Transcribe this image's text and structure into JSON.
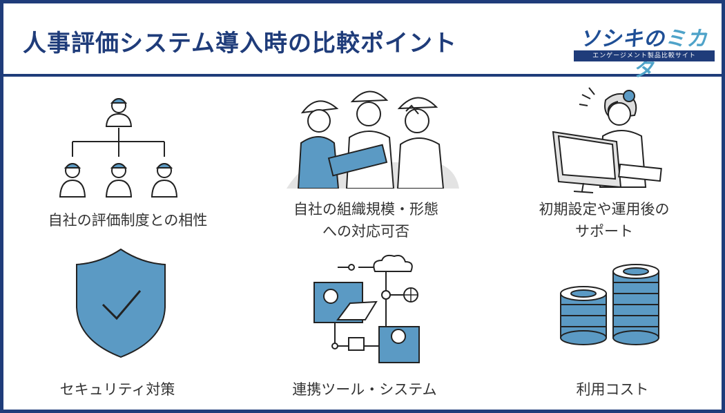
{
  "header": {
    "title": "人事評価システム導入時の比較ポイント",
    "logo": {
      "main_a": "ソシキの",
      "main_b": "ミカタ",
      "sub": "エンゲージメント製品比較サイト"
    }
  },
  "items": [
    {
      "label": "自社の評価制度との相性",
      "icon": "org-chart-icon"
    },
    {
      "label_l1": "自社の組織規模・形態",
      "label_l2": "への対応可否",
      "icon": "workers-icon"
    },
    {
      "label_l1": "初期設定や運用後の",
      "label_l2": "サポート",
      "icon": "support-operator-icon"
    },
    {
      "label": "セキュリティ対策",
      "icon": "shield-check-icon"
    },
    {
      "label": "連携ツール・システム",
      "icon": "network-integration-icon"
    },
    {
      "label": "利用コスト",
      "icon": "coins-stack-icon"
    }
  ],
  "colors": {
    "navy": "#1f3c7a",
    "accent_blue": "#5b9ac4",
    "text": "#333333"
  }
}
